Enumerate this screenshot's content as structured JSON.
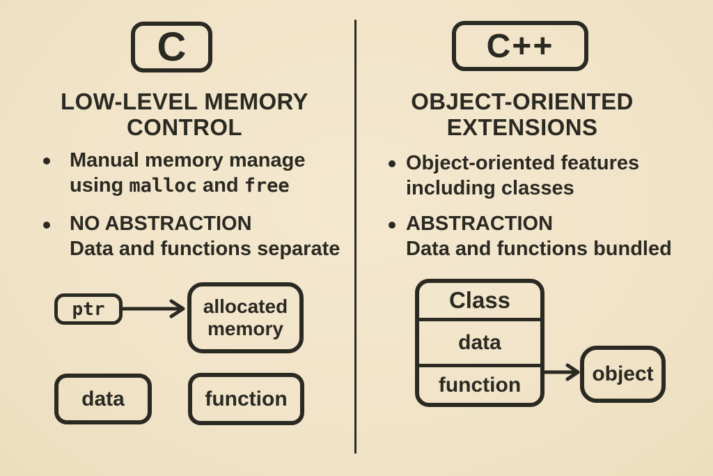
{
  "page": {
    "title": "C vs C++ comparison diagram",
    "background_color": "#f1e4c9",
    "ink_color": "#2a2922"
  },
  "left": {
    "badge_label": "C",
    "heading": [
      "LOW-LEVEL MEMORY",
      "CONTROL"
    ],
    "bullet1_line1": "Manual memory manage",
    "bullet1_line2_pre": "using",
    "bullet1_line2_code1": "malloc",
    "bullet1_line2_and": "and",
    "bullet1_line2_code2": "free",
    "bullet2_line1": "NO ABSTRACTION",
    "bullet2_line2": "Data and functions separate",
    "diagram": {
      "ptr_label": "ptr",
      "alloc_line1": "allocated",
      "alloc_line2": "memory",
      "data_label": "data",
      "function_label": "function",
      "arrow": "ptr-to-allocated-memory"
    }
  },
  "right": {
    "badge_label": "C++",
    "heading": [
      "OBJECT-ORIENTED",
      "EXTENSIONS"
    ],
    "bullet1_line1": "Object-oriented features",
    "bullet1_line2": "including classes",
    "bullet2_line1": "ABSTRACTION",
    "bullet2_line2": "Data and functions bundled",
    "diagram": {
      "class_label": "Class",
      "data_label": "data",
      "function_label": "function",
      "object_label": "object",
      "arrow": "class-to-object"
    }
  }
}
